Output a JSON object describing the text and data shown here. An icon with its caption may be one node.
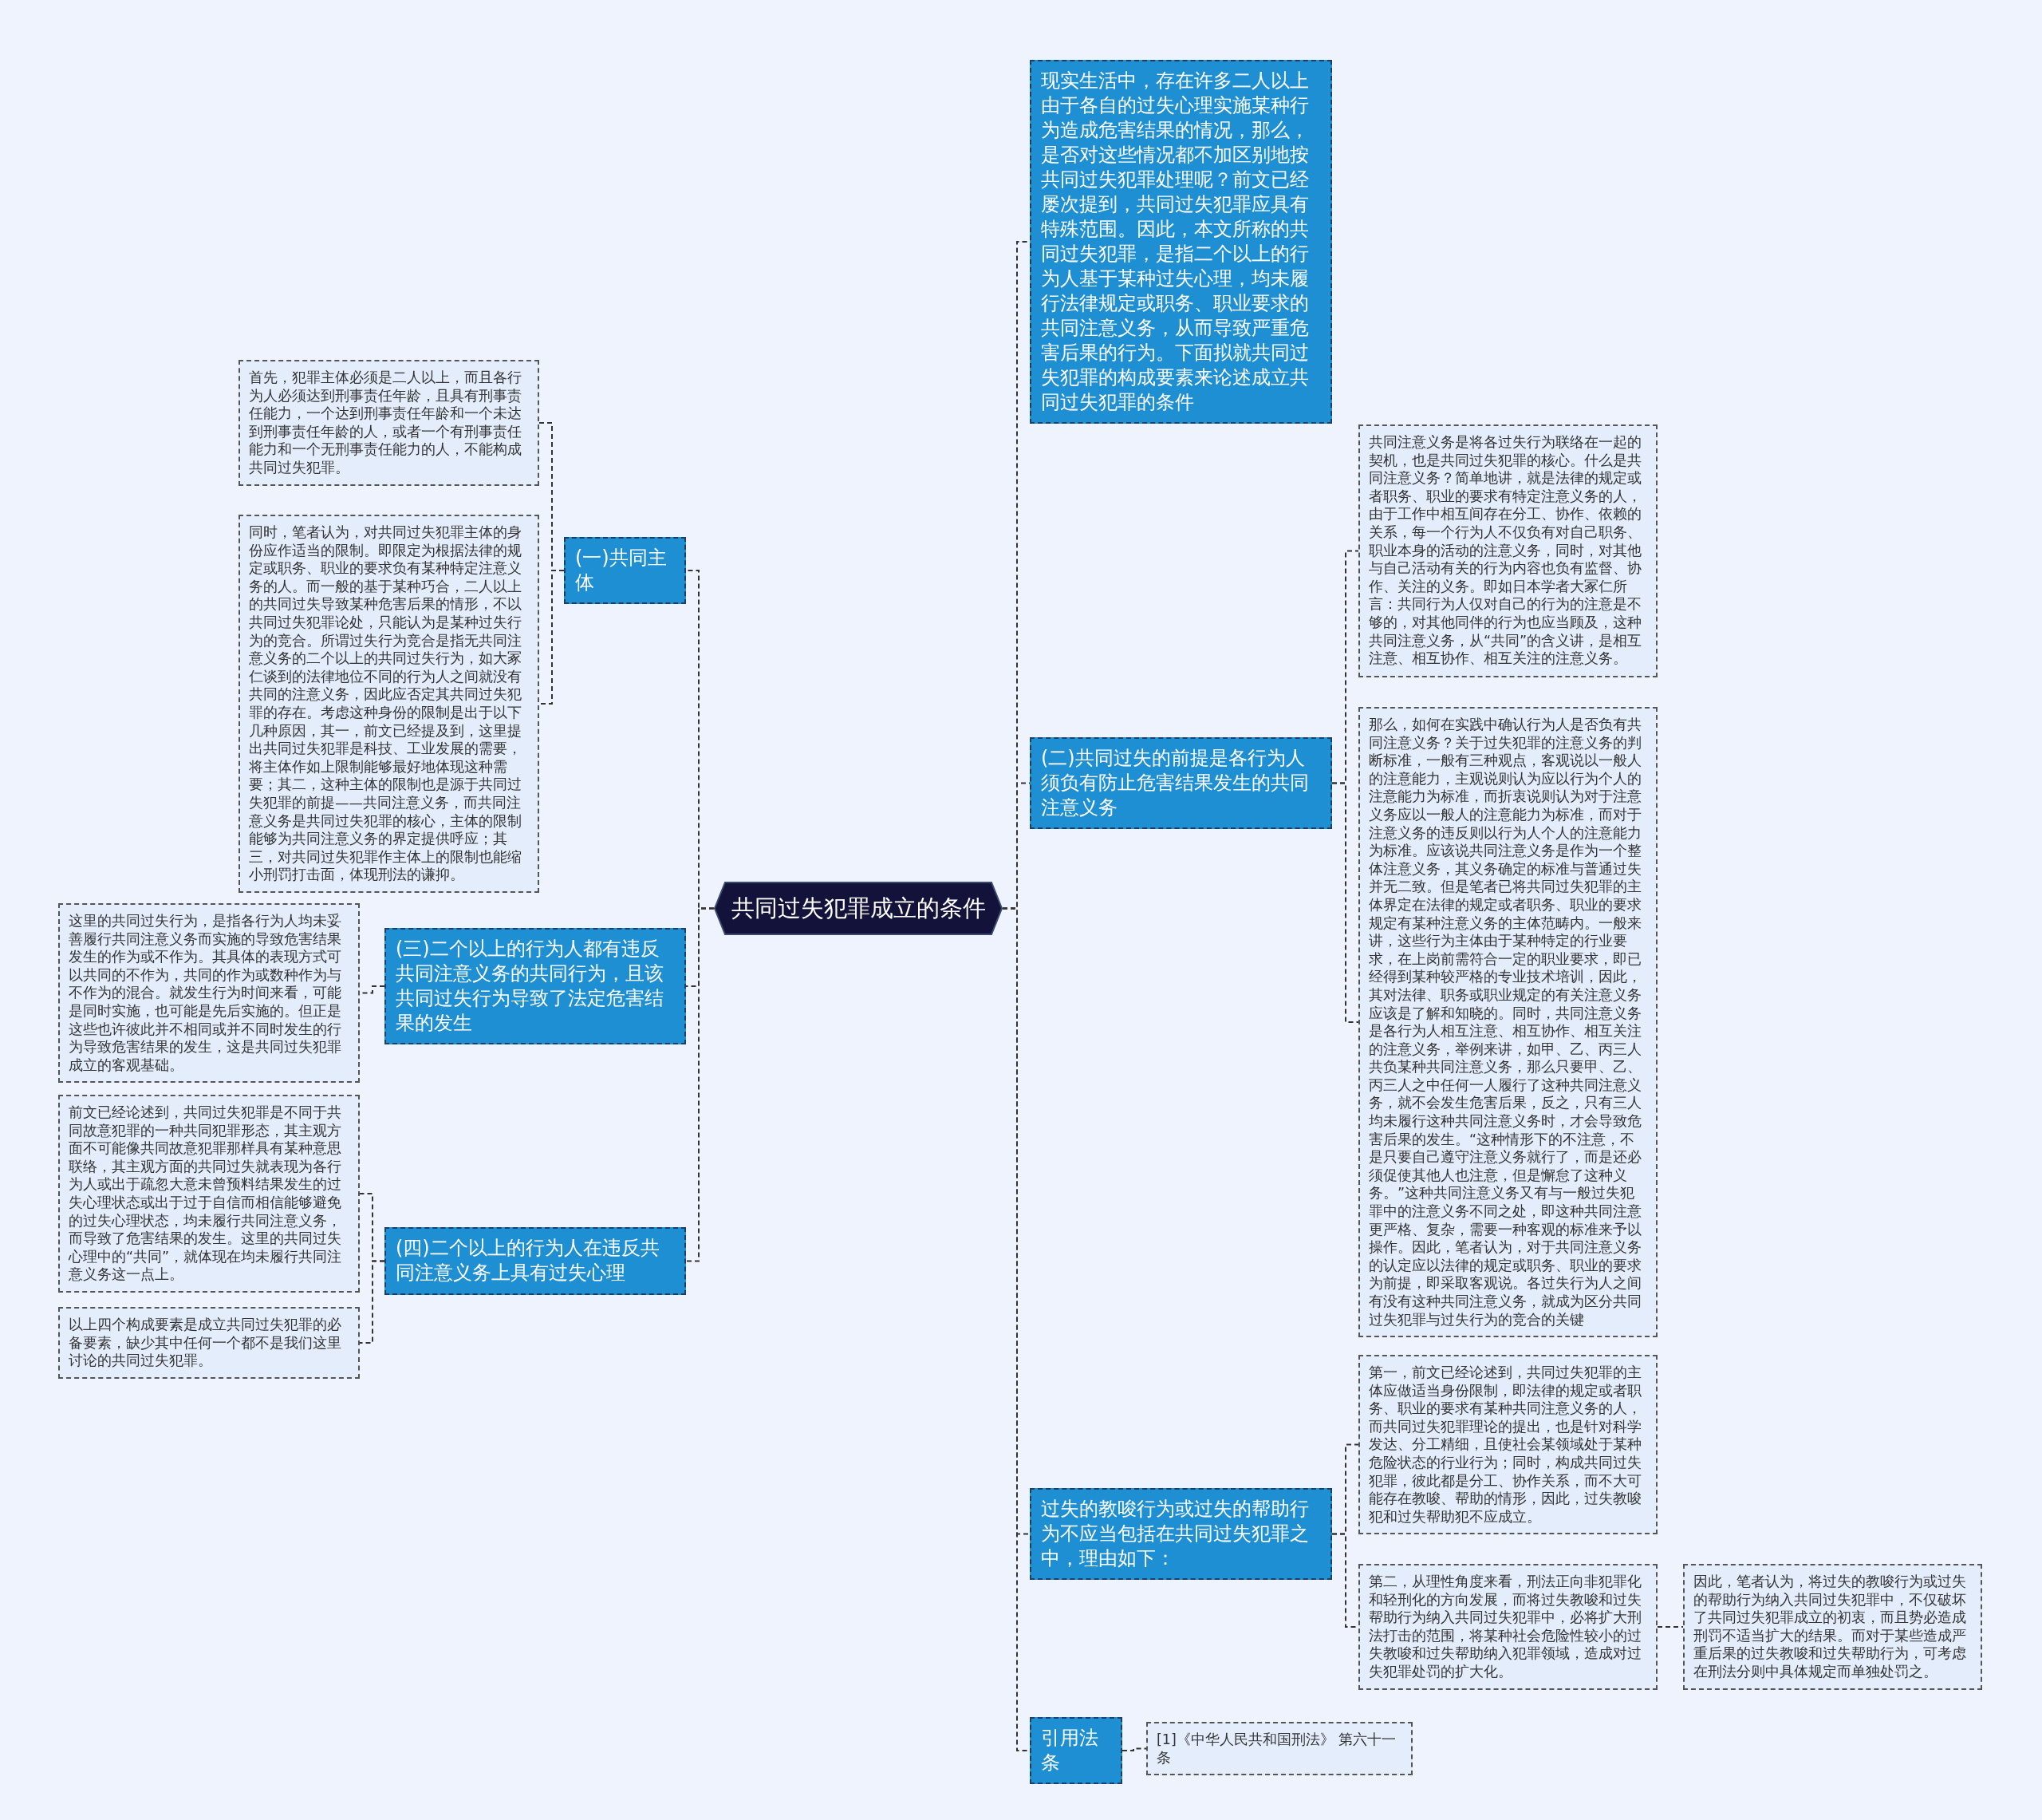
{
  "diagram": {
    "nodes": [
      {
        "text": [
          "共同过失犯罪成立的条件"
        ]
      },
      {
        "text": [
          "现实生活中，存在许多二人以上由于各自的过失心理实施某种行为造成危害结果的情况，那么，是否对这些情况都不加区别地按共同过失犯罪处理呢？前文已经屡次提到，共同过失犯罪应具有特殊范围。因此，本文所称的共同过失犯罪，是指二个以上的行为人基于某种过失心理，均未履行法律规定或职务、职业要求的共同注意义务，从而导致严重危害后果的行为。下面拟就共同过失犯罪的构成要素来论述成立共同过失犯罪的条件"
        ]
      },
      {
        "text": [
          "(二)共同过失的前提是各行为人须负有防止危害结果发生的共同注意义务"
        ]
      },
      {
        "text": [
          "共同注意义务是将各过失行为联络在一起的契机，也是共同过失犯罪的核心。什么是共同注意义务？简单地讲，就是法律的规定或者职务、职业的要求有特定注意义务的人，由于工作中相互间存在分工、协作、依赖的关系，每一个行为人不仅负有对自己职务、职业本身的活动的注意义务，同时，对其他与自己活动有关的行为内容也负有监督、协作、关注的义务。即如日本学者大冢仁所言：共同行为人仅对自己的行为的注意是不够的，对其他同伴的行为也应当顾及，这种共同注意义务，从“共同”的含义讲，是相互注意、相互协作、相互关注的注意义务。"
        ]
      },
      {
        "text": [
          "那么，如何在实践中确认行为人是否负有共同注意义务？关于过失犯罪的注意义务的判断标准，一般有三种观点，客观说以一般人的注意能力，主观说则认为应以行为个人的注意能力为标准，而折衷说则认为对于注意义务应以一般人的注意能力为标准，而对于注意义务的违反则以行为人个人的注意能力为标准。应该说共同注意义务是作为一个整体注意义务，其义务确定的标准与普通过失并无二致。但是笔者已将共同过失犯罪的主体界定在法律的规定或者职务、职业的要求规定有某种注意义务的主体范畴内。一般来讲，这些行为主体由于某种特定的行业要求，在上岗前需符合一定的职业要求，即已经得到某种较严格的专业技术培训，因此，其对法律、职务或职业规定的有关注意义务应该是了解和知晓的。同时，共同注意义务是各行为人相互注意、相互协作、相互关注的注意义务，举例来讲，如甲、乙、丙三人共负某种共同注意义务，那么只要甲、乙、丙三人之中任何一人履行了这种共同注意义务，就不会发生危害后果，反之，只有三人均未履行这种共同注意义务时，才会导致危害后果的发生。“这种情形下的不注意，不是只要自己遵守注意义务就行了，而是还必须促使其他人也注意，但是懈怠了这种义务。”这种共同注意义务又有与一般过失犯罪中的注意义务不同之处，即这种共同注意更严格、复杂，需要一种客观的标准来予以操作。因此，笔者认为，对于共同注意义务的认定应以法律的规定或职务、职业的要求为前提，即采取客观说。各过失行为人之间有没有这种共同注意义务，就成为区分共同过失犯罪与过失行为的竞合的关键"
        ]
      },
      {
        "text": [
          "过失的教唆行为或过失的帮助行为不应当包括在共同过失犯罪之中，理由如下："
        ]
      },
      {
        "text": [
          "第一，前文已经论述到，共同过失犯罪的主体应做适当身份限制，即法律的规定或者职务、职业的要求有某种共同注意义务的人，而共同过失犯罪理论的提出，也是针对科学发达、分工精细，且使社会某领域处于某种危险状态的行业行为；同时，构成共同过失犯罪，彼此都是分工、协作关系，而不大可能存在教唆、帮助的情形，因此，过失教唆犯和过失帮助犯不应成立。"
        ]
      },
      {
        "text": [
          "第二，从理性角度来看，刑法正向非犯罪化和轻刑化的方向发展，而将过失教唆和过失帮助行为纳入共同过失犯罪中，必将扩大刑法打击的范围，将某种社会危险性较小的过失教唆和过失帮助纳入犯罪领域，造成对过失犯罪处罚的扩大化。"
        ]
      },
      {
        "text": [
          "因此，笔者认为，将过失的教唆行为或过失的帮助行为纳入共同过失犯罪中，不仅破坏了共同过失犯罪成立的初衷，而且势必造成刑罚不适当扩大的结果。而对于某些造成严重后果的过失教唆和过失帮助行为，可考虑在刑法分则中具体规定而单独处罚之。"
        ]
      },
      {
        "text": [
          "引用法条"
        ]
      },
      {
        "text": [
          "[1]《中华人民共和国刑法》 第六十一条"
        ]
      },
      {
        "text": [
          "(一)共同主体"
        ]
      },
      {
        "text": [
          "首先，犯罪主体必须是二人以上，而且各行为人必须达到刑事责任年龄，且具有刑事责任能力，一个达到刑事责任年龄和一个未达到刑事责任年龄的人，或者一个有刑事责任能力和一个无刑事责任能力的人，不能构成共同过失犯罪。"
        ]
      },
      {
        "text": [
          "同时，笔者认为，对共同过失犯罪主体的身份应作适当的限制。即限定为根据法律的规定或职务、职业的要求负有某种特定注意义务的人。而一般的基于某种巧合，二人以上的共同过失导致某种危害后果的情形，不以共同过失犯罪论处，只能认为是某种过失行为的竞合。所谓过失行为竞合是指无共同注意义务的二个以上的共同过失行为，如大冢仁谈到的法律地位不同的行为人之间就没有共同的注意义务，因此应否定其共同过失犯罪的存在。考虑这种身份的限制是出于以下几种原因，其一，前文已经提及到，这里提出共同过失犯罪是科技、工业发展的需要，将主体作如上限制能够最好地体现这种需要；其二，这种主体的限制也是源于共同过失犯罪的前提——共同注意义务，而共同注意义务是共同过失犯罪的核心，主体的限制能够为共同注意义务的界定提供呼应；其三，对共同过失犯罪作主体上的限制也能缩小刑罚打击面，体现刑法的谦抑。"
        ]
      },
      {
        "text": [
          "(三)二个以上的行为人都有违反共同注意义务的共同行为，且该共同过失行为导致了法定危害结果的发生"
        ]
      },
      {
        "text": [
          "这里的共同过失行为，是指各行为人均未妥善履行共同注意义务而实施的导致危害结果发生的作为或不作为。其具体的表现方式可以共同的不作为，共同的作为或数种作为与不作为的混合。就发生行为时间来看，可能是同时实施，也可能是先后实施的。但正是这些也许彼此并不相同或并不同时发生的行为导致危害结果的发生，这是共同过失犯罪成立的客观基础。"
        ]
      },
      {
        "text": [
          "(四)二个以上的行为人在违反共同注意义务上具有过失心理"
        ]
      },
      {
        "text": [
          "前文已经论述到，共同过失犯罪是不同于共同故意犯罪的一种共同犯罪形态，其主观方面不可能像共同故意犯罪那样具有某种意思联络，其主观方面的共同过失就表现为各行为人或出于疏忽大意未曾预料结果发生的过失心理状态或出于过于自信而相信能够避免的过失心理状态，均未履行共同注意义务，而导致了危害结果的发生。这里的共同过失心理中的“共同”，就体现在均未履行共同注意义务这一点上。"
        ]
      },
      {
        "text": [
          "以上四个构成要素是成立共同过失犯罪的必备要素，缺少其中任何一个都不是我们这里讨论的共同过失犯罪。"
        ]
      }
    ],
    "edges": [
      {
        "from": 0,
        "to": 1,
        "arrow": "none"
      },
      {
        "from": 0,
        "to": 2,
        "arrow": "none"
      },
      {
        "from": 2,
        "to": 3,
        "arrow": "none"
      },
      {
        "from": 2,
        "to": 4,
        "arrow": "none"
      },
      {
        "from": 0,
        "to": 5,
        "arrow": "none"
      },
      {
        "from": 5,
        "to": 6,
        "arrow": "none"
      },
      {
        "from": 5,
        "to": 7,
        "arrow": "none"
      },
      {
        "from": 7,
        "to": 8,
        "arrow": "none"
      },
      {
        "from": 0,
        "to": 9,
        "arrow": "none"
      },
      {
        "from": 9,
        "to": 10,
        "arrow": "none"
      },
      {
        "from": 0,
        "to": 11,
        "arrow": "none"
      },
      {
        "from": 11,
        "to": 12,
        "arrow": "none"
      },
      {
        "from": 11,
        "to": 13,
        "arrow": "none"
      },
      {
        "from": 0,
        "to": 14,
        "arrow": "none"
      },
      {
        "from": 14,
        "to": 15,
        "arrow": "none"
      },
      {
        "from": 0,
        "to": 16,
        "arrow": "none"
      },
      {
        "from": 16,
        "to": 17,
        "arrow": "none"
      },
      {
        "from": 16,
        "to": 18,
        "arrow": "none"
      }
    ]
  }
}
